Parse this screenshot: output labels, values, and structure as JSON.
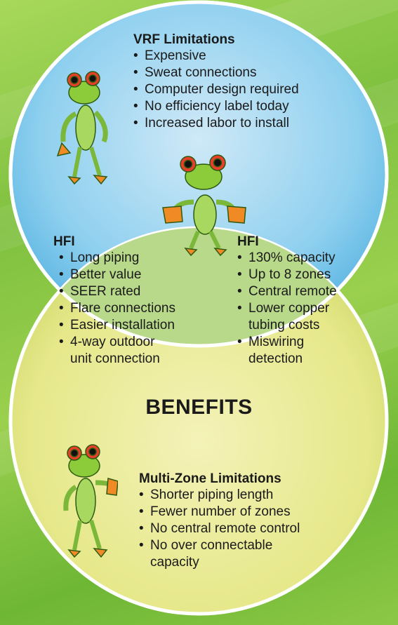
{
  "vrf": {
    "heading": "VRF Limitations",
    "items": [
      "Expensive",
      "Sweat connections",
      "Computer design required",
      "No efficiency label today",
      "Increased labor to install"
    ]
  },
  "hfi_left": {
    "heading": "HFI",
    "items": [
      "Long piping",
      "Better value",
      "SEER rated",
      "Flare connections",
      "Easier installation",
      "4-way outdoor"
    ],
    "items_cont": {
      "5": "unit connection"
    }
  },
  "hfi_right": {
    "heading": "HFI",
    "items": [
      "130% capacity",
      "Up to 8 zones",
      "Central remote",
      "Lower copper",
      "Miswiring"
    ],
    "items_cont": {
      "3": "tubing costs",
      "4": "detection"
    }
  },
  "benefits_label": "BENEFITS",
  "multizone": {
    "heading": "Multi-Zone Limitations",
    "items": [
      "Shorter piping length",
      "Fewer number of zones",
      "No central remote control",
      "No over connectable"
    ],
    "items_cont": {
      "3": "capacity"
    }
  },
  "colors": {
    "vrf_circle": "#8fd0ef",
    "overlap": "#b8d98a",
    "multizone_circle": "#e6e88a",
    "background": "#8fc94a",
    "frog_eye": "#e6402a",
    "frog_hand": "#f08a24"
  }
}
